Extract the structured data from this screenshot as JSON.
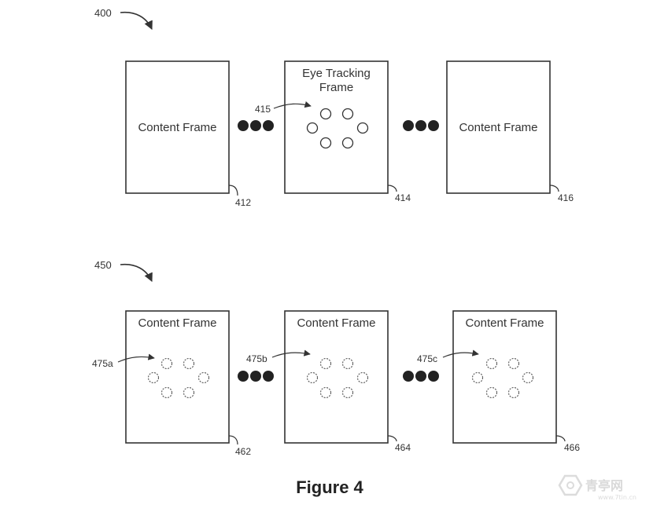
{
  "figures": [
    {
      "ref": "400",
      "frames": [
        {
          "lines": [
            "Content Frame"
          ],
          "ref": "412",
          "dots": "none"
        },
        {
          "lines": [
            "Eye Tracking",
            "Frame"
          ],
          "ref": "414",
          "dots": "solid",
          "dots_ref": "415"
        },
        {
          "lines": [
            "Content Frame"
          ],
          "ref": "416",
          "dots": "none"
        }
      ]
    },
    {
      "ref": "450",
      "frames": [
        {
          "lines": [
            "Content Frame"
          ],
          "ref": "462",
          "dots": "dashed",
          "dots_ref": "475a"
        },
        {
          "lines": [
            "Content Frame"
          ],
          "ref": "464",
          "dots": "dashed",
          "dots_ref": "475b"
        },
        {
          "lines": [
            "Content Frame"
          ],
          "ref": "466",
          "dots": "dashed",
          "dots_ref": "475c"
        }
      ]
    }
  ],
  "caption": "Figure 4",
  "watermark": {
    "text": "青亭网",
    "sub": "www.7tin.cn",
    "icon": "hexagon-logo-icon"
  },
  "colors": {
    "stroke": "#333333",
    "dot_fill": "#222222"
  }
}
